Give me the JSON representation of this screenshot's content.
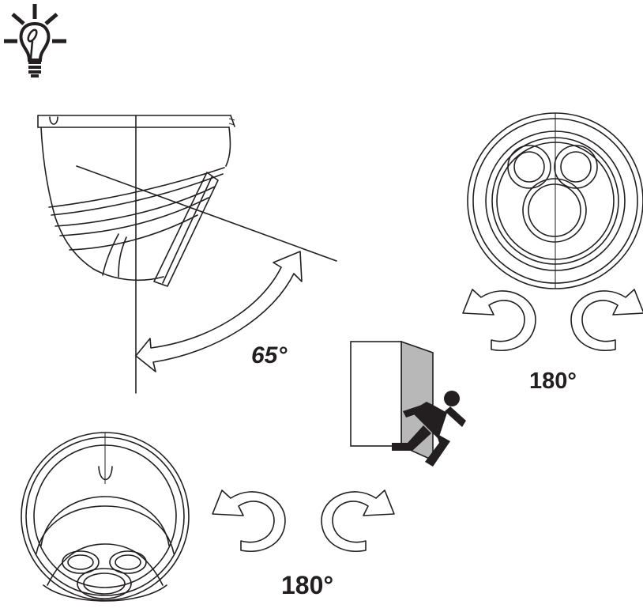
{
  "diagram": {
    "tilt_label": "65°",
    "pan_label_right": "180°",
    "pan_label_bottom": "180°",
    "icons": [
      "lightbulb-tip-icon",
      "running-person-exit-icon"
    ]
  }
}
